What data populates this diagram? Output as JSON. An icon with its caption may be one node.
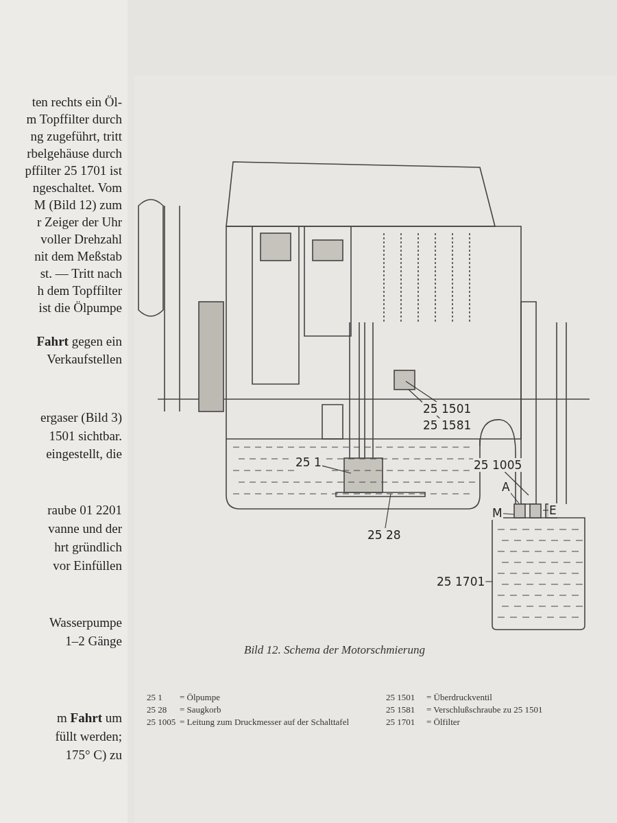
{
  "diagram": {
    "caption": "Bild 12. Schema der Motorschmierung",
    "nodes": [
      {
        "text": [
          "25 1"
        ]
      },
      {
        "text": [
          "25 28"
        ]
      },
      {
        "text": [
          "25 1501"
        ]
      },
      {
        "text": [
          "25 1581"
        ]
      },
      {
        "text": [
          "25 1005"
        ]
      },
      {
        "text": [
          "A"
        ]
      },
      {
        "text": [
          "M"
        ]
      },
      {
        "text": [
          "E"
        ]
      },
      {
        "text": [
          "25 1701"
        ]
      }
    ],
    "edges": [
      {
        "from": 0,
        "to": null,
        "arrow": "none"
      },
      {
        "from": 1,
        "to": null,
        "arrow": "none"
      },
      {
        "from": 2,
        "to": null,
        "arrow": "none"
      },
      {
        "from": 3,
        "to": null,
        "arrow": "none"
      },
      {
        "from": 4,
        "to": null,
        "arrow": "none"
      },
      {
        "from": 5,
        "to": null,
        "arrow": "none"
      },
      {
        "from": 6,
        "to": null,
        "arrow": "none"
      },
      {
        "from": 7,
        "to": null,
        "arrow": "none"
      },
      {
        "from": 8,
        "to": null,
        "arrow": "none"
      }
    ],
    "labels": [
      "ten rechts ein Öl-",
      "m Topffilter durch",
      "ng zugeführt, tritt",
      "rbelgehäuse durch",
      "pffilter 25 1701 ist",
      "ngeschaltet. Vom",
      "M (Bild 12) zum",
      "r Zeiger der Uhr",
      "voller Drehzahl",
      "nit dem Meßstab",
      "st. — Tritt nach",
      "h dem Topffilter",
      "ist die Ölpumpe",
      "**Fahrt** gegen ein",
      "Verkaufstellen",
      "ergaser (Bild 3)",
      "1501 sichtbar.",
      "eingestellt, die",
      "raube 01 2201",
      "vanne und der",
      "hrt gründlich",
      "vor Einfüllen",
      "Wasserpumpe",
      "1–2 Gänge",
      "m **Fahrt** um",
      "füllt werden;",
      "175° C) zu",
      "25 1",
      "= Ölpumpe",
      "25 1501",
      "= Überdruckventil",
      "25 28",
      "= Saugkorb",
      "25 1581",
      "= Verschlußschraube zu 25 1501",
      "25 1005",
      "= Leitung zum Druckmesser auf der Schalttafel",
      "25 1701",
      "= Ölfilter"
    ]
  }
}
